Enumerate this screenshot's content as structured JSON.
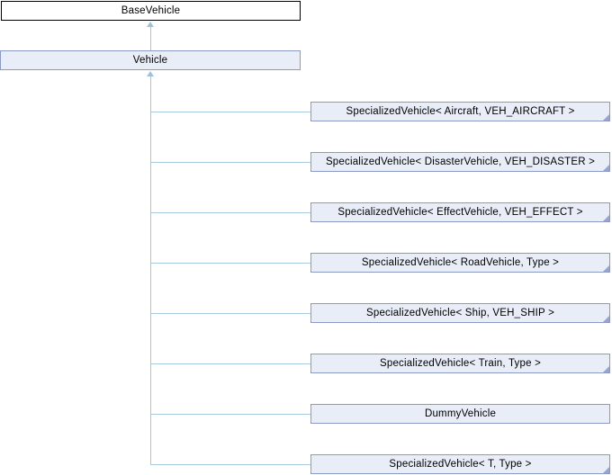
{
  "diagram": {
    "type": "class-inheritance-graph",
    "root": {
      "label": "BaseVehicle",
      "is_current_page_class": true
    },
    "parent": {
      "label": "Vehicle"
    },
    "derived": [
      {
        "label": "SpecializedVehicle< Aircraft, VEH_AIRCRAFT >",
        "truncated": true
      },
      {
        "label": "SpecializedVehicle< DisasterVehicle, VEH_DISASTER >",
        "truncated": true
      },
      {
        "label": "SpecializedVehicle< EffectVehicle, VEH_EFFECT >",
        "truncated": true
      },
      {
        "label": "SpecializedVehicle< RoadVehicle, Type >",
        "truncated": true
      },
      {
        "label": "SpecializedVehicle< Ship, VEH_SHIP >",
        "truncated": true
      },
      {
        "label": "SpecializedVehicle< Train, Type >",
        "truncated": true
      },
      {
        "label": "DummyVehicle",
        "truncated": false
      },
      {
        "label": "SpecializedVehicle< T, Type >",
        "truncated": true
      }
    ],
    "colors": {
      "node_fill": "#E9EDF7",
      "node_border": "#8A99C6",
      "root_fill": "#FFFFFF",
      "root_border": "#000000",
      "edge": "#A6C8DF",
      "fold_corner": "#96A5CE",
      "text": "#000000",
      "background": "#FFFFFF"
    }
  }
}
